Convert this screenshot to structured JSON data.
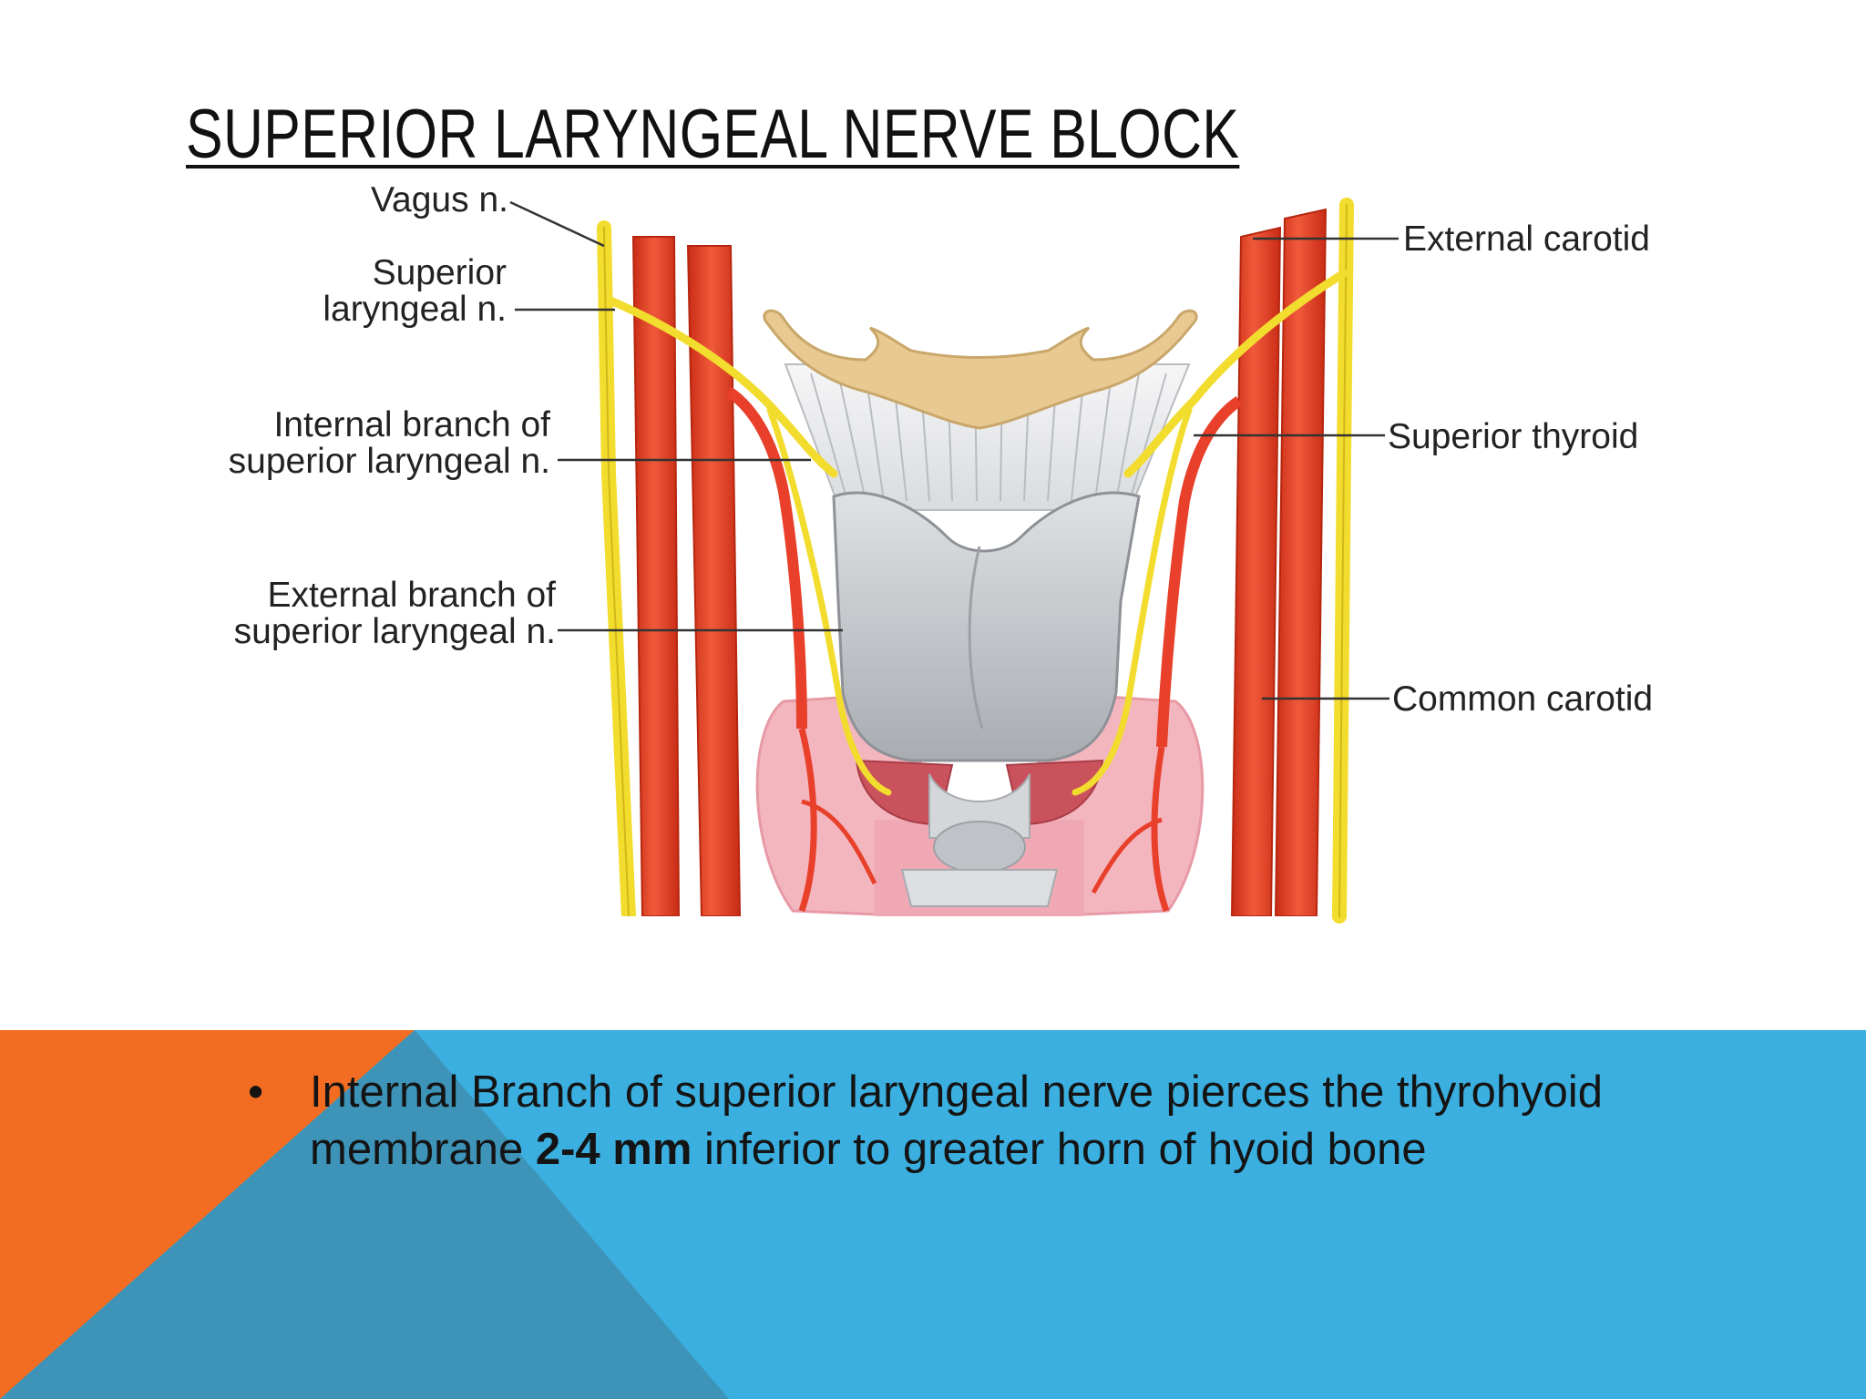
{
  "slide": {
    "title": "SUPERIOR LARYNGEAL NERVE BLOCK"
  },
  "diagram": {
    "labels_left": {
      "vagus": "Vagus n.",
      "superior_laryngeal_line1": "Superior",
      "superior_laryngeal_line2": "laryngeal n.",
      "internal_branch_line1": "Internal branch of",
      "internal_branch_line2": "superior laryngeal n.",
      "external_branch_line1": "External branch of",
      "external_branch_line2": "superior laryngeal n."
    },
    "labels_right": {
      "external_carotid": "External carotid",
      "superior_thyroid": "Superior thyroid",
      "common_carotid": "Common carotid"
    },
    "colors": {
      "artery": "#e8402a",
      "nerve": "#f2dc2e",
      "hyoid": "#e8c992",
      "cartilage": "#c9cbce",
      "thyroid_gland": "#f3b6bf"
    }
  },
  "footer": {
    "bullet_symbol": "•",
    "text_part1": "Internal Branch of superior laryngeal nerve pierces the thyrohyoid membrane ",
    "text_bold": "2-4 mm",
    "text_part2": " inferior to greater horn of hyoid bone",
    "colors": {
      "blue": "#3bafe0",
      "orange": "#f26d21",
      "overlap": "#3d93b8"
    }
  }
}
